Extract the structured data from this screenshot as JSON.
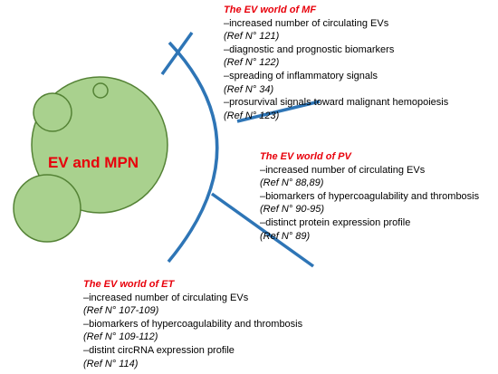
{
  "center": {
    "label": "EV and MPN"
  },
  "colors": {
    "bubble_fill": "#a9d18e",
    "bubble_stroke": "#548235",
    "line": "#2e75b6",
    "title": "#e8000b",
    "text": "#000000"
  },
  "blocks": {
    "mf": {
      "title": "The EV world of MF",
      "items": [
        {
          "text": "–increased number of circulating EVs",
          "ref": "(Ref N° 121)"
        },
        {
          "text": "–diagnostic and prognostic biomarkers",
          "ref": "(Ref N° 122)"
        },
        {
          "text": "–spreading of inflammatory signals",
          "ref": "(Ref N° 34)"
        },
        {
          "text": "–prosurvival signals toward malignant hemopoiesis",
          "ref": "(Ref N° 123)"
        }
      ]
    },
    "pv": {
      "title": "The EV world of PV",
      "items": [
        {
          "text": "–increased number of circulating EVs",
          "ref": "(Ref N° 88,89)"
        },
        {
          "text": "–biomarkers of hypercoagulability and thrombosis",
          "ref": "(Ref N° 90-95)"
        },
        {
          "text": "–distinct protein expression profile",
          "ref": "(Ref N° 89)"
        }
      ]
    },
    "et": {
      "title": "The EV world of ET",
      "items": [
        {
          "text": "–increased number of circulating EVs",
          "ref": "(Ref N° 107-109)"
        },
        {
          "text": "–biomarkers of hypercoagulability and thrombosis",
          "ref": "(Ref N° 109-112)"
        },
        {
          "text": "–distint circRNA expression profile",
          "ref": "(Ref N° 114)"
        }
      ]
    }
  }
}
